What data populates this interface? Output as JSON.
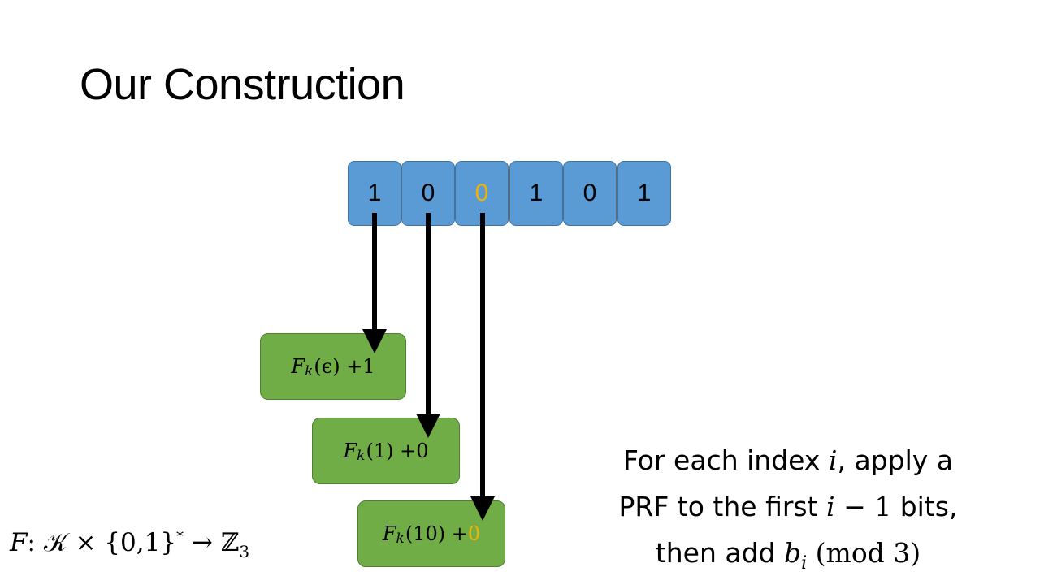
{
  "title": "Our Construction",
  "bits": [
    "1",
    "0",
    "0",
    "1",
    "0",
    "1"
  ],
  "highlight_color": "#f0b400",
  "bit_color": "#5b9bd5",
  "box_color": "#70ad47",
  "boxes": [
    {
      "fn": "F",
      "sub": "k",
      "arg": "(ϵ) + ",
      "val": "1"
    },
    {
      "fn": "F",
      "sub": "k",
      "arg": "(1) + ",
      "val": "0"
    },
    {
      "fn": "F",
      "sub": "k",
      "arg": "(10) + ",
      "val": "0"
    }
  ],
  "description": {
    "l1a": "For each index ",
    "l1i": "i",
    "l1b": ", apply a",
    "l2a": "PRF to the first ",
    "l2i": "i",
    "l2m": " − 1",
    "l2b": " bits,",
    "l3a": "then add ",
    "l3b": "b",
    "l3sub": "i",
    "l3m": " (mod 3)"
  },
  "signature": {
    "fn": "F",
    "rest": ": 𝒦 × {0,1}",
    "sup": "*",
    "arrow": " → ℤ",
    "sub": "3"
  }
}
